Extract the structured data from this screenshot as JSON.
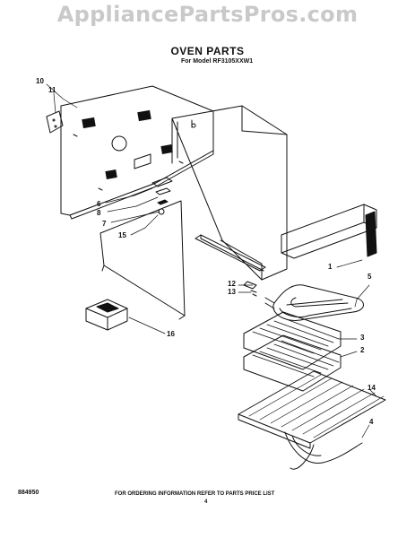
{
  "watermark": "AppliancePartsPros.com",
  "title": "OVEN PARTS",
  "subtitle": "For Model RF3105XXW1",
  "callouts": {
    "c10": "10",
    "c11": "11",
    "c6": "6",
    "c8": "8",
    "c7": "7",
    "c15": "15",
    "c1": "1",
    "c5": "5",
    "c12": "12",
    "c13": "13",
    "c3": "3",
    "c2": "2",
    "c16": "16",
    "c14": "14",
    "c4": "4"
  },
  "footer": {
    "part_number": "884950",
    "ordering_info": "FOR ORDERING INFORMATION REFER TO PARTS PRICE LIST",
    "page_number": "4",
    "fine_print_left": "",
    "fine_print_right": ""
  },
  "colors": {
    "ink": "#111111",
    "watermark": "#c9c9c9",
    "background": "#ffffff"
  }
}
